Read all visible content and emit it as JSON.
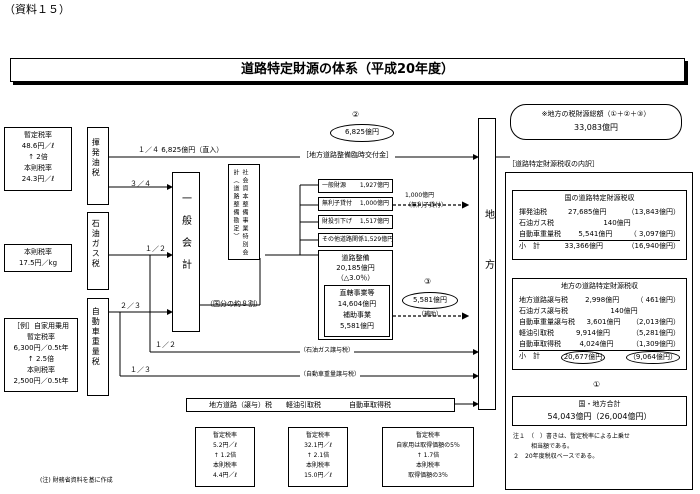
{
  "label": "（資料１５）",
  "title": "道路特定財源の体系（平成20年度）",
  "note": "(注) 財務省資料を基に作成",
  "taxes": [
    {
      "name": "揮発油税",
      "rates": [
        "暫定税率",
        "48.6円／ℓ",
        "↑ 2倍",
        "本則税率",
        "24.3円／ℓ"
      ]
    },
    {
      "name": "石油ガス税",
      "rates": [
        "本則税率",
        "17.5円／kg"
      ]
    },
    {
      "name": "自動車重量税",
      "rates": [
        "［例］自家用乗用",
        "暫定税率",
        "6,300円／0.5t年",
        "↑ 2.5倍",
        "本則税率",
        "2,500円／0.5t年"
      ]
    }
  ],
  "general_account": "一般会計",
  "special_account": "社会資本整備事業特別会計（道路整備勘定）",
  "splits": {
    "gas_quarter": "１／４ 6,825億円（直入）",
    "gas_three_quarter": "３／４",
    "lpg_half": "１／２",
    "weight_two_thirds": "２／３",
    "lpg_half_2": "１／２",
    "weight_third": "１／３",
    "national_share": "（国分の約８割）",
    "subsidy": "（補助）",
    "loan": "（無利子貸付）"
  },
  "circle2_amount": "6,825億円",
  "circle2_label": "②",
  "temp_grant": "［地方道路整備臨時交付金］",
  "account_items": [
    {
      "name": "一般財源",
      "value": "1,927億円"
    },
    {
      "name": "無利子貸付",
      "value": "1,000億円"
    },
    {
      "name": "財投引下げ",
      "value": "1,517億円"
    },
    {
      "name": "その他道路関係",
      "value": "1,529億円"
    }
  ],
  "loan_amount": "1,000億円",
  "road_works": {
    "title": "道路整備",
    "amount": "20,185億円",
    "change": "（△3.0％）",
    "direct_title": "直轄事業等",
    "direct_amount": "14,604億円",
    "subsidy_title": "補助事業",
    "subsidy_amount": "5,581億円"
  },
  "circle3_label": "③",
  "circle3_amount": "5,581億円",
  "local_label": "地方",
  "transfer_lpg": "（石油ガス譲与税）",
  "transfer_weight": "（自動車重量譲与税）",
  "local_taxes_bar": "地方道路（譲与）税　　軽油引取税　　　　自動車取得税",
  "local_tax_rates": [
    [
      "暫定税率",
      "5.2円／ℓ",
      "↑ 1.2倍",
      "本則税率",
      "4.4円／ℓ"
    ],
    [
      "暫定税率",
      "32.1円／ℓ",
      "↑ 2.1倍",
      "本則税率",
      "15.0円／ℓ"
    ],
    [
      "暫定税率",
      "自家用は取得価額の5％",
      "↑ 1.7倍",
      "本則税率",
      "取得価額の3％"
    ]
  ],
  "total_box": {
    "line1": "※地方の税財源総額（①＋②＋③）",
    "line2": "33,083億円"
  },
  "breakdown_title": "［道路特定財源税収の内訳］",
  "national_revenue": {
    "title": "国の道路特定財源税収",
    "rows": [
      [
        "揮発油税",
        "27,685億円",
        "（13,843億円）"
      ],
      [
        "石油ガス税",
        "140億円",
        ""
      ],
      [
        "自動車重量税",
        "5,541億円",
        "（ 3,097億円）"
      ],
      [
        "小　計",
        "33,366億円",
        "（16,940億円）"
      ]
    ]
  },
  "local_revenue": {
    "title": "地方の道路特定財源税収",
    "rows": [
      [
        "地方道路譲与税",
        "2,998億円",
        "（ 461億円）"
      ],
      [
        "石油ガス譲与税",
        "140億円",
        ""
      ],
      [
        "自動車重量譲与税",
        "3,601億円",
        "（2,013億円）"
      ],
      [
        "軽油引取税",
        "9,914億円",
        "（5,281億円）"
      ],
      [
        "自動車取得税",
        "4,024億円",
        "（1,309億円）"
      ],
      [
        "小　計",
        "20,677億円",
        "（9,064億円）"
      ]
    ]
  },
  "circle1_label": "①",
  "grand_total": {
    "title": "国・地方合計",
    "value": "54,043億円（26,004億円）"
  },
  "footnotes": [
    "注１　（　）書きは、暫定税率による上乗せ",
    "　　　相当額である。",
    "２　20年度税収ベースである。"
  ]
}
